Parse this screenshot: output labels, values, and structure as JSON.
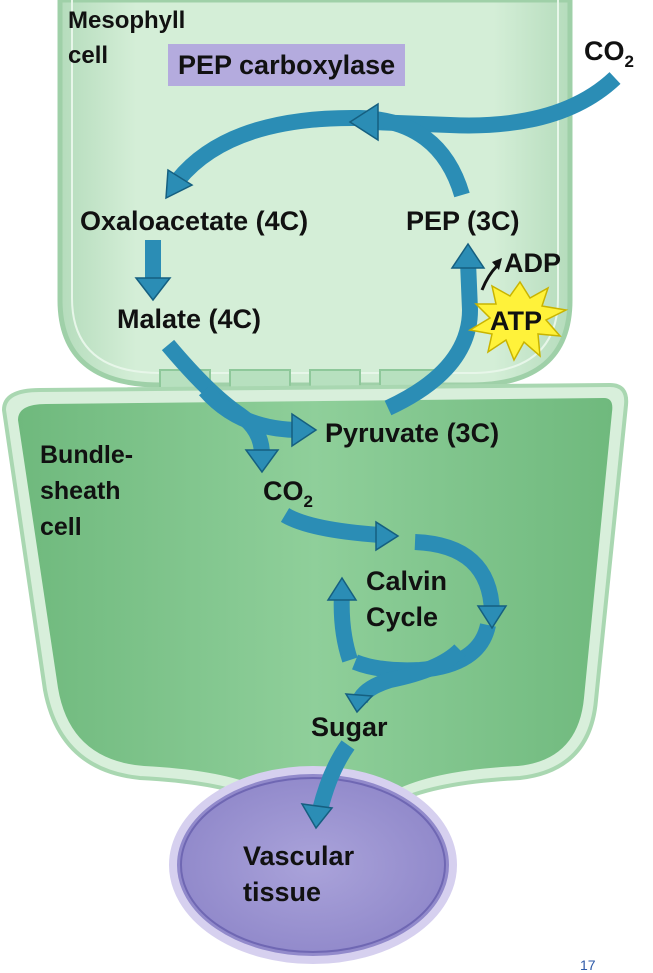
{
  "cells": {
    "mesophyll": [
      "Mesophyll",
      "cell"
    ],
    "bundle_sheath": [
      "Bundle-",
      "sheath",
      "cell"
    ],
    "vascular": [
      "Vascular",
      "tissue"
    ]
  },
  "enzyme": "PEP carboxylase",
  "molecules": {
    "co2_in": {
      "main": "CO",
      "sub": "2"
    },
    "oxaloacetate": "Oxaloacetate (4C)",
    "pep": "PEP (3C)",
    "adp": "ADP",
    "atp": "ATP",
    "malate": "Malate (4C)",
    "pyruvate": "Pyruvate (3C)",
    "co2_bundle": {
      "main": "CO",
      "sub": "2"
    },
    "calvin": [
      "Calvin",
      "Cycle"
    ],
    "sugar": "Sugar"
  },
  "page_number": "17",
  "colors": {
    "mesophyll_fill": "#cfe9d2",
    "bundle_fill": "#86c893",
    "vascular_fill": "#9f97d3",
    "arrow": "#2b8db5",
    "atp_star": "#fff23a",
    "enzyme_box": "#b4abde"
  }
}
